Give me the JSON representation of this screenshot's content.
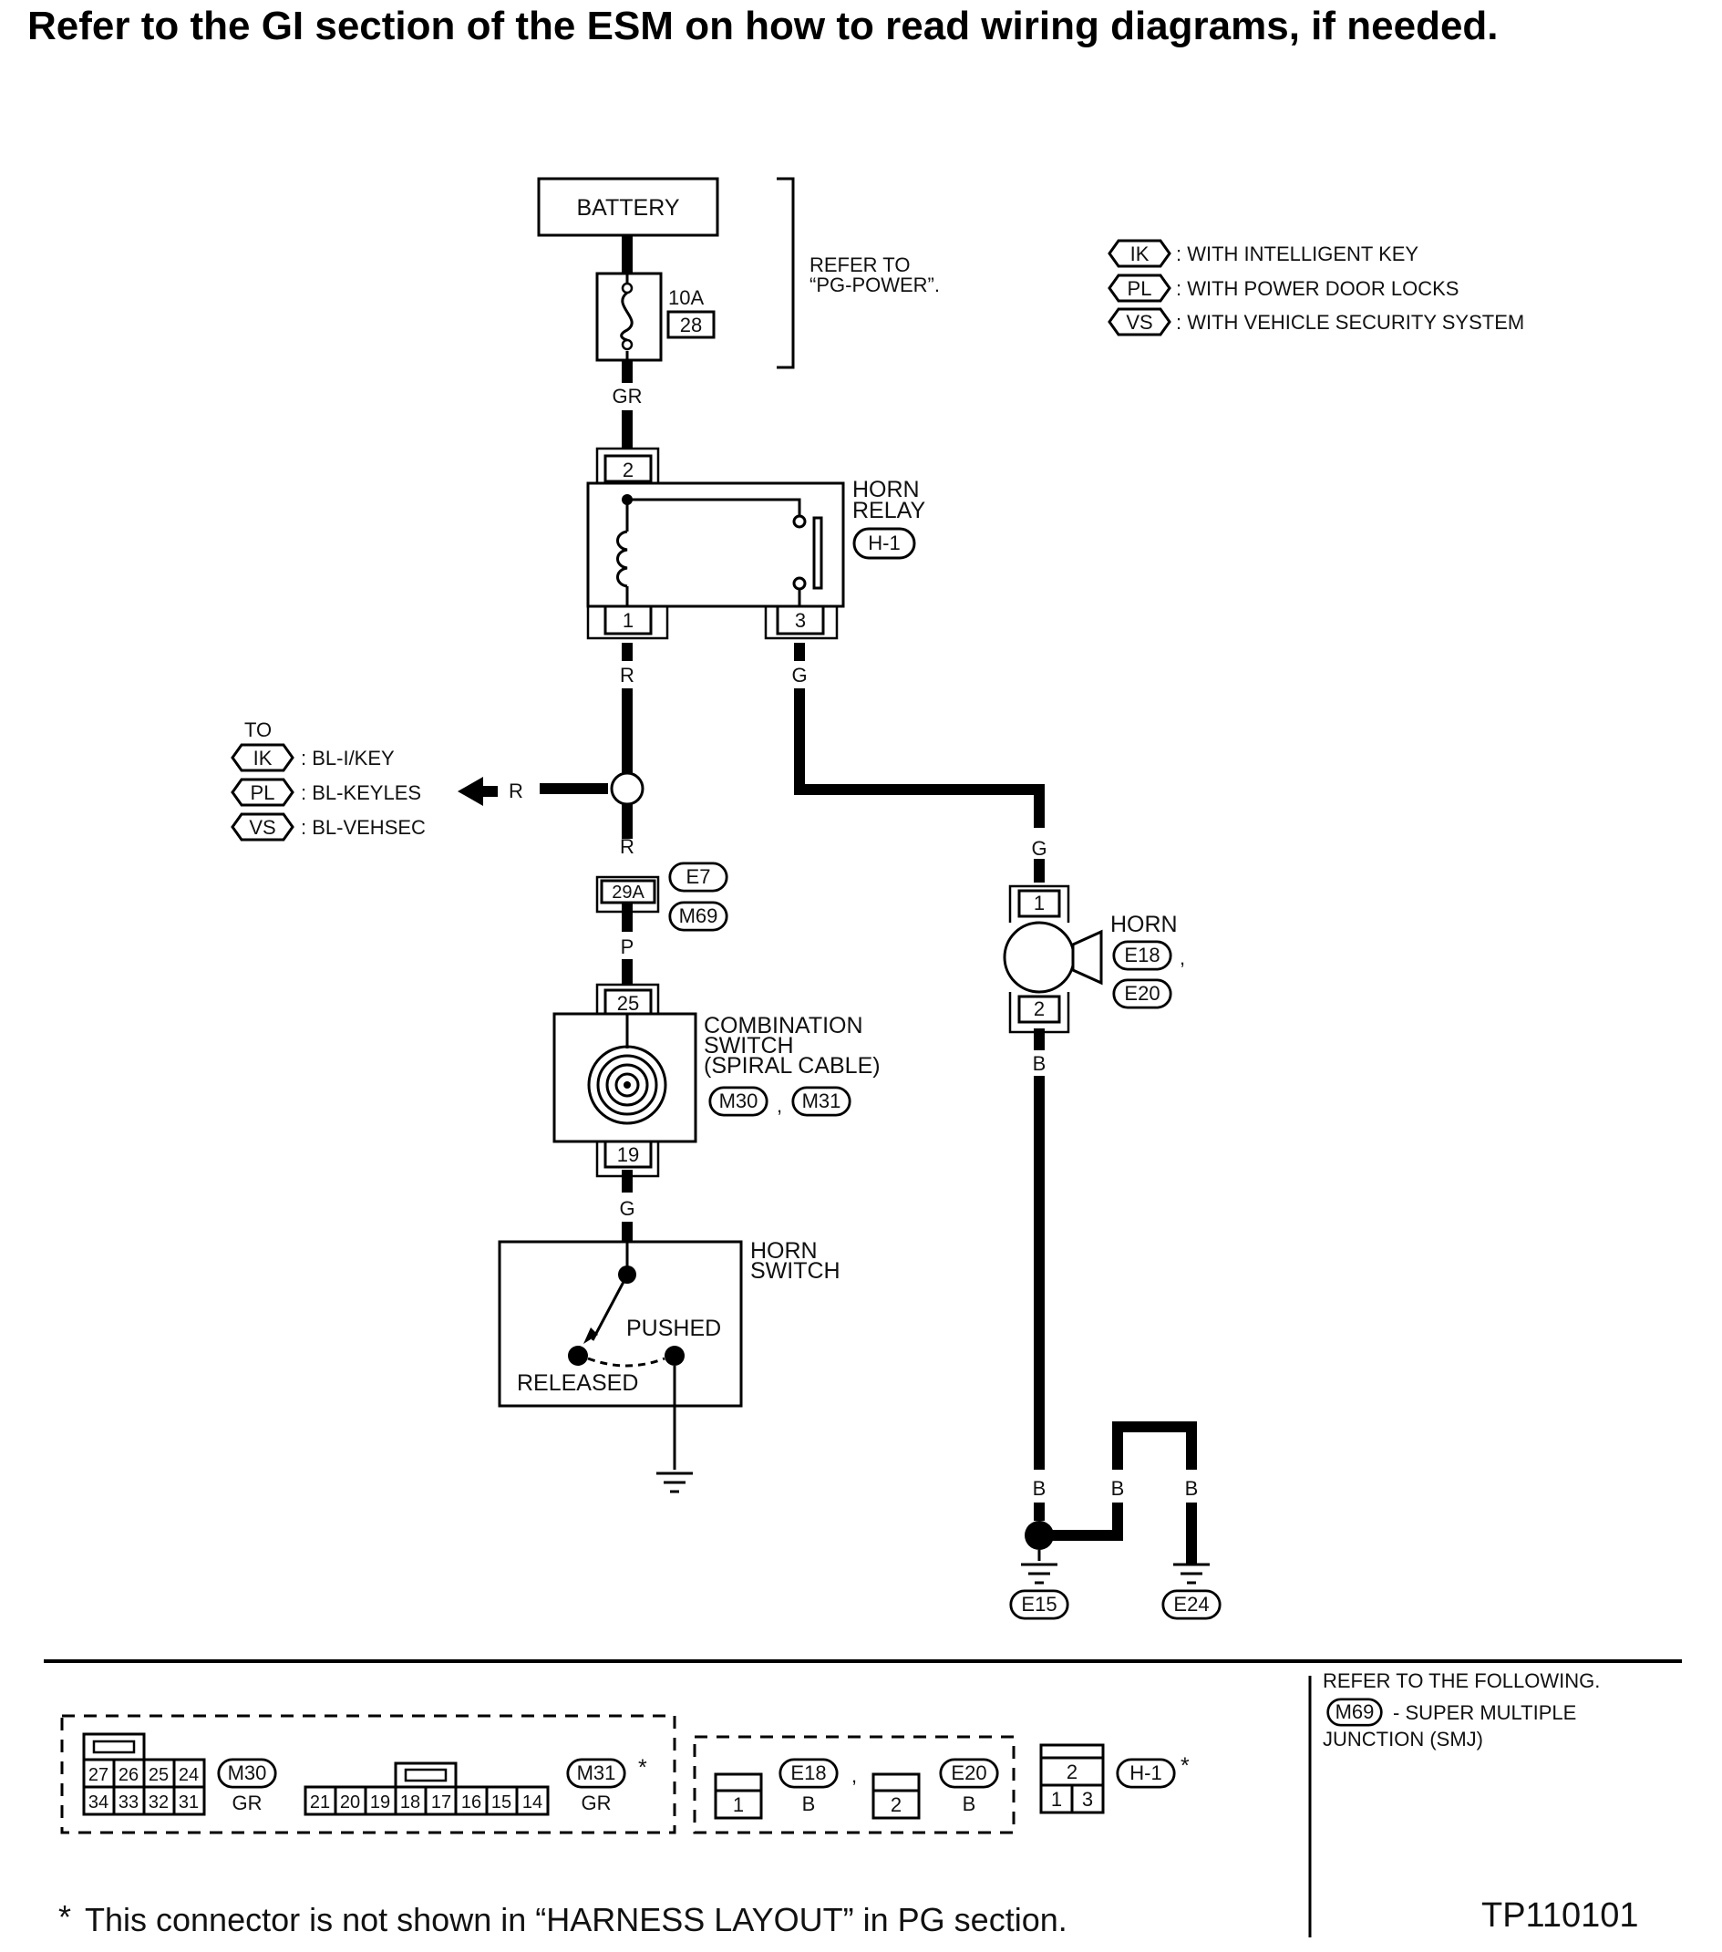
{
  "header": {
    "instruction": "Refer to the GI section of the ESM on how to read wiring diagrams, if needed."
  },
  "battery": {
    "label": "BATTERY",
    "fuse_rating": "10A",
    "fuse_number": "28",
    "refer_line1": "REFER TO",
    "refer_line2": "“PG-POWER”.",
    "wire": "GR"
  },
  "legend": [
    {
      "code": "IK",
      "text": ": WITH INTELLIGENT KEY"
    },
    {
      "code": "PL",
      "text": ": WITH POWER DOOR LOCKS"
    },
    {
      "code": "VS",
      "text": ": WITH VEHICLE SECURITY SYSTEM"
    }
  ],
  "relay": {
    "name1": "HORN",
    "name2": "RELAY",
    "connector": "H-1",
    "pin_top": "2",
    "pin_left": "1",
    "pin_right": "3",
    "wire_left": "R",
    "wire_right": "G"
  },
  "branch": {
    "to": "TO",
    "wire": "R",
    "items": [
      {
        "code": "IK",
        "text": ": BL-I/KEY"
      },
      {
        "code": "PL",
        "text": ": BL-KEYLES"
      },
      {
        "code": "VS",
        "text": ": BL-VEHSEC"
      }
    ]
  },
  "junction": {
    "wire_in": "R",
    "pin": "29A",
    "conn1": "E7",
    "conn2": "M69",
    "wire_out": "P"
  },
  "combo_switch": {
    "pin_top": "25",
    "line1": "COMBINATION",
    "line2": "SWITCH",
    "line3": "(SPIRAL CABLE)",
    "conn1": "M30",
    "sep": ",",
    "conn2": "M31",
    "pin_bottom": "19",
    "wire_out": "G"
  },
  "horn_switch": {
    "line1": "HORN",
    "line2": "SWITCH",
    "pushed": "PUSHED",
    "released": "RELEASED"
  },
  "horn": {
    "wire_in": "G",
    "pin_top": "1",
    "pin_bottom": "2",
    "name": "HORN",
    "conn1": "E18",
    "sep": ",",
    "conn2": "E20",
    "wire_out": "B"
  },
  "grounds": {
    "wire1": "B",
    "wire2": "B",
    "wire3": "B",
    "g1": "E15",
    "g2": "E24"
  },
  "connectors": {
    "m30": {
      "top_pins": [
        "27",
        "26",
        "25",
        "24"
      ],
      "bottom_pins": [
        "34",
        "33",
        "32",
        "31"
      ],
      "code": "M30",
      "color": "GR"
    },
    "m31": {
      "pins": [
        "21",
        "20",
        "19",
        "18",
        "17",
        "16",
        "15",
        "14"
      ],
      "code": "M31",
      "color": "GR",
      "star": "*"
    },
    "e18": {
      "pin": "1",
      "code": "E18",
      "color": "B",
      "sep": ","
    },
    "e20": {
      "pin": "2",
      "code": "E20",
      "color": "B"
    },
    "h1": {
      "top_pin": "2",
      "bottom_pins": [
        "1",
        "3"
      ],
      "code": "H-1",
      "star": "*"
    }
  },
  "refer_box": {
    "line1": "REFER TO THE FOLLOWING.",
    "code": "M69",
    "line2": "- SUPER MULTIPLE",
    "line3": "JUNCTION (SMJ)"
  },
  "figure_id": "TP110101",
  "footnote": {
    "star": "*",
    "text": "This connector is not shown in “HARNESS LAYOUT” in PG section."
  }
}
